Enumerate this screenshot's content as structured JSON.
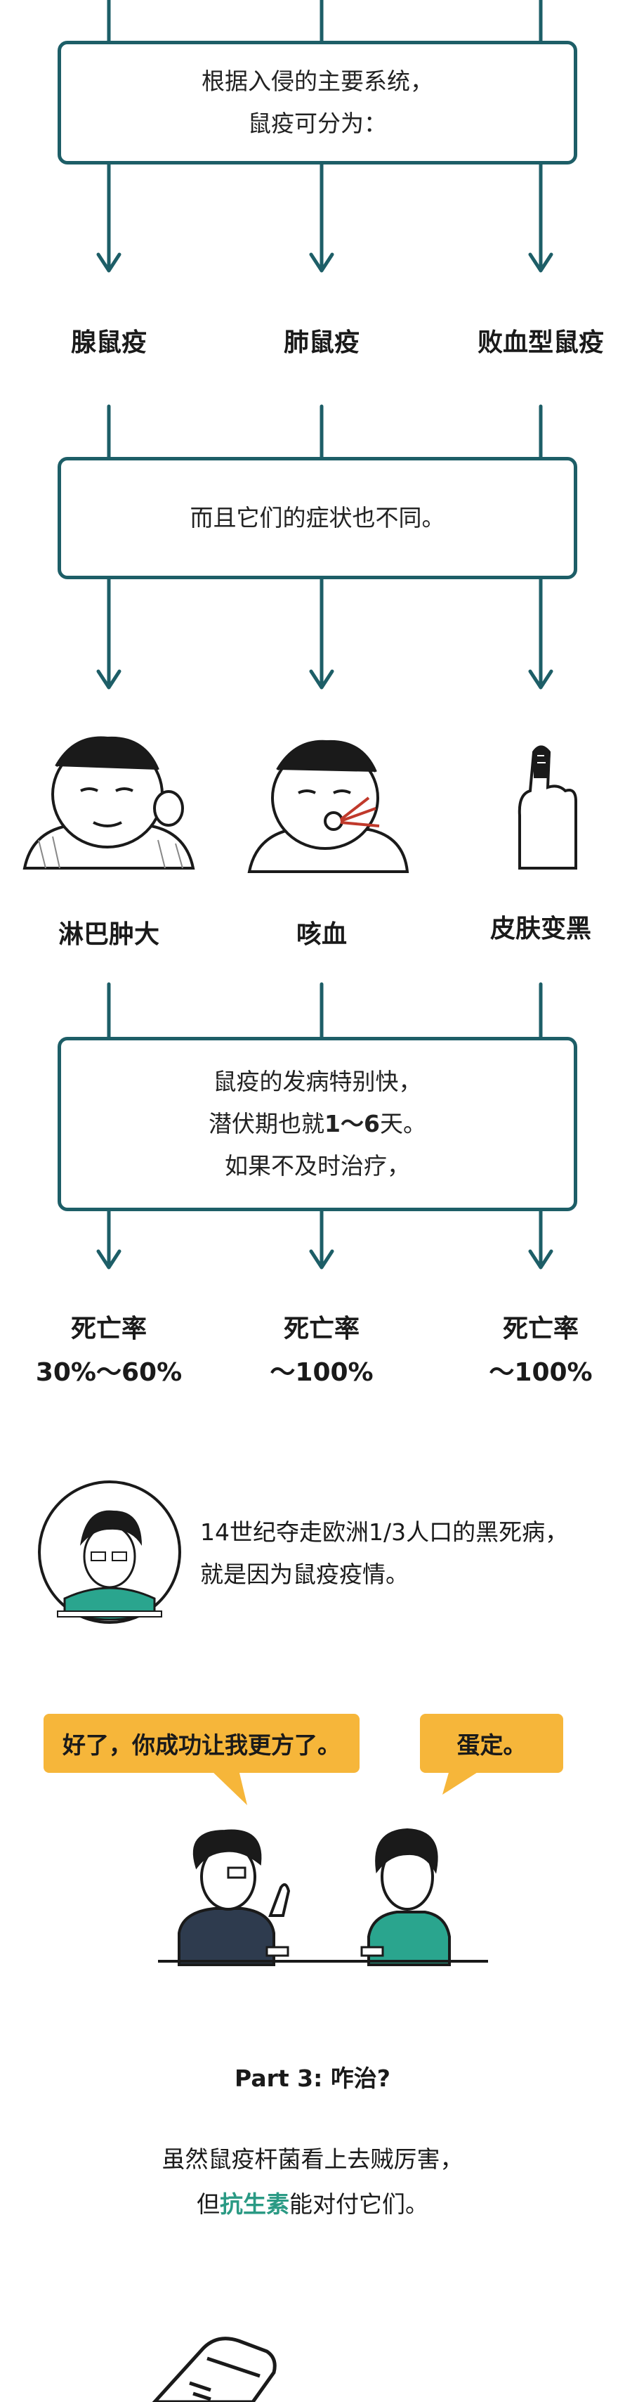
{
  "box1": {
    "line1": "根据入侵的主要系统，",
    "line2": "鼠疫可分为："
  },
  "types": [
    "腺鼠疫",
    "肺鼠疫",
    "败血型鼠疫"
  ],
  "box2": {
    "line1": "而且它们的症状也不同。"
  },
  "symptoms": [
    "淋巴肿大",
    "咳血",
    "皮肤变黑"
  ],
  "box3": {
    "line1": "鼠疫的发病特别快，",
    "line2_pre": "潜伏期也就",
    "line2_bold": "1～6",
    "line2_post": "天。",
    "line3": "如果不及时治疗，"
  },
  "death": [
    {
      "label": "死亡率",
      "value": "30%～60%"
    },
    {
      "label": "死亡率",
      "value": "～100%"
    },
    {
      "label": "死亡率",
      "value": "～100%"
    }
  ],
  "note": {
    "line1": "14世纪夺走欧洲1/3人口的黑死病，",
    "line2": "就是因为鼠疫疫情。"
  },
  "bubble_left": "好了，你成功让我更方了。",
  "bubble_right": "蛋定。",
  "part3": {
    "title": "Part 3: 咋治?"
  },
  "closing": {
    "line1": "虽然鼠疫杆菌看上去贼厉害，",
    "line2_pre": "但",
    "line2_green": "抗生素",
    "line2_post": "能对付它们。"
  },
  "colors": {
    "teal": "#1d5e67",
    "bubble": "#f6b63a",
    "green_text": "#2a9a84"
  }
}
